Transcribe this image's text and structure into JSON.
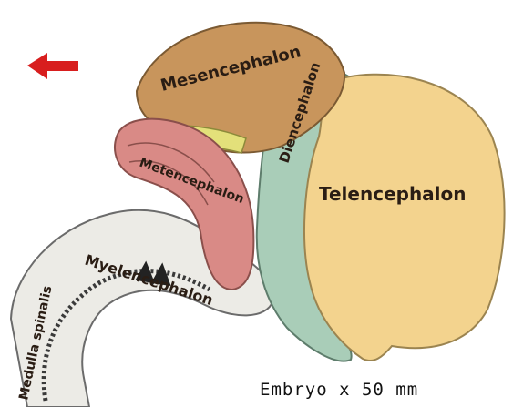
{
  "diagram": {
    "direction_arrow": "red-left-arrow",
    "regions": {
      "mesencephalon": {
        "label": "Mesencephalon",
        "color": "#c8955c"
      },
      "diencephalon": {
        "label": "Diencephalon",
        "color": "#a9cdb8"
      },
      "telencephalon": {
        "label": "Telencephalon",
        "color": "#f3d38e"
      },
      "metencephalon": {
        "label_line1": "Metencephalon",
        "color": "#d98a86"
      },
      "myelencephalon": {
        "label": "Myelencephalon",
        "color": "#ecebe6"
      },
      "medulla_spinalis": {
        "label": "Medulla spinalis",
        "color": "#ecebe6"
      },
      "isthmus": {
        "color": "#e3e07a"
      }
    },
    "caption": "Embryo x 50 mm",
    "accent": "#d81e1e"
  }
}
